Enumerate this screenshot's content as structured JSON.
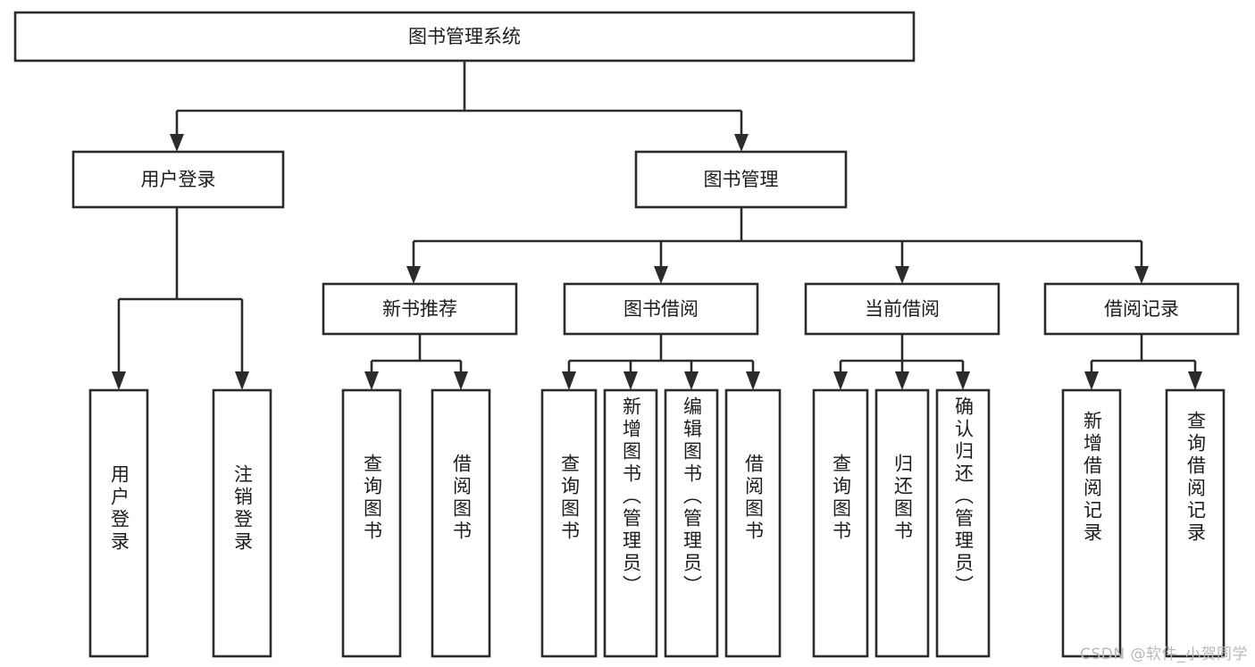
{
  "diagram": {
    "type": "tree-hierarchy-flowchart",
    "title": "图书管理系统",
    "root": {
      "id": "root",
      "label": "图书管理系统",
      "orientation": "horizontal"
    },
    "level1": [
      {
        "id": "user-login",
        "label": "用户登录",
        "orientation": "horizontal"
      },
      {
        "id": "book-manage",
        "label": "图书管理",
        "orientation": "horizontal"
      }
    ],
    "level2": [
      {
        "id": "new-book-rec",
        "label": "新书推荐",
        "orientation": "horizontal",
        "parent": "book-manage"
      },
      {
        "id": "book-borrow",
        "label": "图书借阅",
        "orientation": "horizontal",
        "parent": "book-manage"
      },
      {
        "id": "current-borrow",
        "label": "当前借阅",
        "orientation": "horizontal",
        "parent": "book-manage"
      },
      {
        "id": "borrow-record",
        "label": "借阅记录",
        "orientation": "horizontal",
        "parent": "book-manage"
      }
    ],
    "leaves": [
      {
        "id": "leaf-user-login",
        "label": "用户登录",
        "orientation": "vertical",
        "parent": "user-login"
      },
      {
        "id": "leaf-logout-login",
        "label": "注销登录",
        "orientation": "vertical",
        "parent": "user-login"
      },
      {
        "id": "leaf-query-book-1",
        "label": "查询图书",
        "orientation": "vertical",
        "parent": "new-book-rec"
      },
      {
        "id": "leaf-borrow-book-1",
        "label": "借阅图书",
        "orientation": "vertical",
        "parent": "new-book-rec"
      },
      {
        "id": "leaf-query-book-2",
        "label": "查询图书",
        "orientation": "vertical",
        "parent": "book-borrow"
      },
      {
        "id": "leaf-add-book-admin",
        "label": "新增图书（管理员）",
        "orientation": "vertical",
        "parent": "book-borrow"
      },
      {
        "id": "leaf-edit-book-admin",
        "label": "编辑图书（管理员）",
        "orientation": "vertical",
        "parent": "book-borrow"
      },
      {
        "id": "leaf-borrow-book-2",
        "label": "借阅图书",
        "orientation": "vertical",
        "parent": "book-borrow"
      },
      {
        "id": "leaf-query-book-3",
        "label": "查询图书",
        "orientation": "vertical",
        "parent": "current-borrow"
      },
      {
        "id": "leaf-return-book",
        "label": "归还图书",
        "orientation": "vertical",
        "parent": "current-borrow"
      },
      {
        "id": "leaf-confirm-return-admin",
        "label": "确认归还（管理员）",
        "orientation": "vertical",
        "parent": "current-borrow"
      },
      {
        "id": "leaf-add-borrow-record",
        "label": "新增借阅记录",
        "orientation": "vertical",
        "parent": "borrow-record"
      },
      {
        "id": "leaf-query-borrow-record",
        "label": "查询借阅记录",
        "orientation": "vertical",
        "parent": "borrow-record"
      }
    ],
    "colors": {
      "stroke": "#2b2b2b",
      "fill": "#ffffff",
      "text": "#1c1c1c",
      "watermark": "#b9b9b9",
      "background": "#ffffff"
    }
  },
  "watermark": {
    "text": "CSDN @软件_小贺同学"
  }
}
